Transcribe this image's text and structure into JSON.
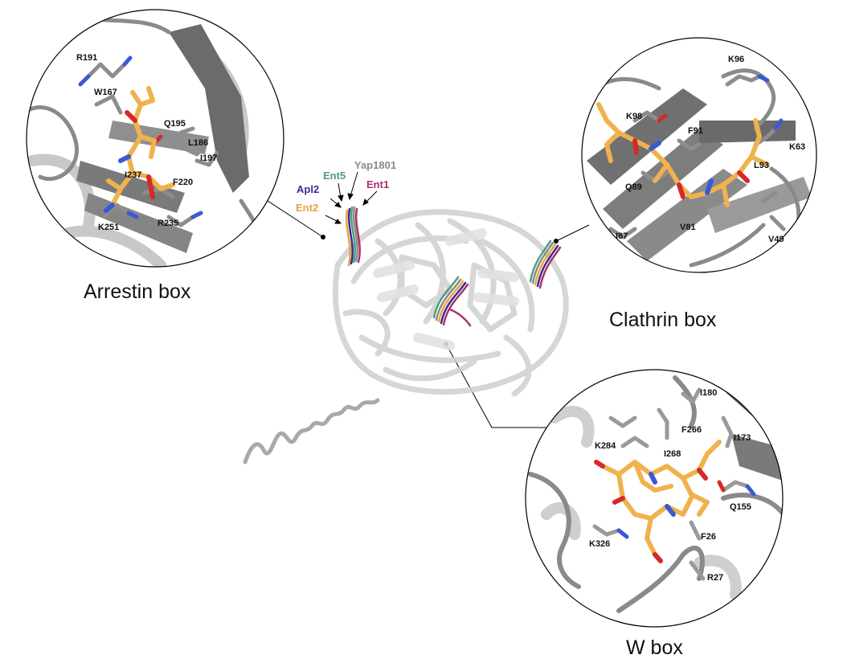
{
  "panels": {
    "arrestin": {
      "title": "Arrestin box",
      "residues": [
        "R191",
        "W167",
        "Q195",
        "L186",
        "I197",
        "I237",
        "F220",
        "K251",
        "R235"
      ]
    },
    "clathrin": {
      "title": "Clathrin box",
      "residues": [
        "K96",
        "K98",
        "F91",
        "K63",
        "L93",
        "Q89",
        "I87",
        "V81",
        "V49"
      ]
    },
    "wbox": {
      "title": "W box",
      "residues": [
        "I180",
        "F266",
        "I173",
        "K284",
        "I268",
        "Q155",
        "K326",
        "F26",
        "R27"
      ]
    }
  },
  "proteins": [
    {
      "name": "Ent5",
      "color": "#4f9e7a"
    },
    {
      "name": "Yap1801",
      "color": "#8a8a8a"
    },
    {
      "name": "Apl2",
      "color": "#3b2a93"
    },
    {
      "name": "Ent1",
      "color": "#a8326e"
    },
    {
      "name": "Ent2",
      "color": "#e8a33d"
    }
  ],
  "colors": {
    "ligand": "#f0b24d",
    "protein_ribbon": "#7a7a7a",
    "nitrogen": "#3b59d6",
    "oxygen": "#d42a2a"
  }
}
